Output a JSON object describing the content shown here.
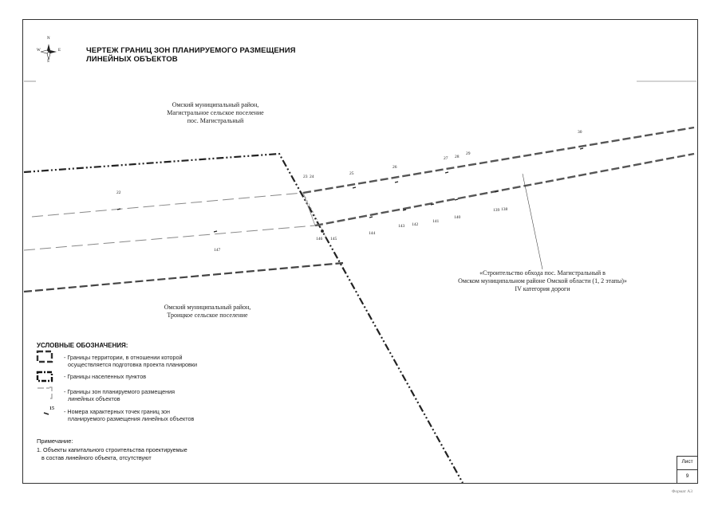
{
  "title": "ЧЕРТЕЖ ГРАНИЦ ЗОН ПЛАНИРУЕМОГО РАЗМЕЩЕНИЯ ЛИНЕЙНЫХ ОБЪЕКТОВ",
  "compass": {
    "n": "N",
    "s": "S",
    "w": "W",
    "e": "E"
  },
  "areas": {
    "north_line1": "Омский муниципальный район,",
    "north_line2": "Магистральное сельское поселение",
    "north_line3": "пос. Магистральный",
    "south_line1": "Омский муниципальный район,",
    "south_line2": "Троицкое сельское поселение",
    "road_line1": "«Строительство обхода пос. Магистральный в",
    "road_line2": "Омском муниципальном районе Омской области (1, 2 этапы)»",
    "road_line3": "IV категория дороги"
  },
  "points": [
    "22",
    "23",
    "24",
    "25",
    "26",
    "27",
    "28",
    "29",
    "30",
    "147",
    "146",
    "145",
    "144",
    "143",
    "142",
    "141",
    "140",
    "139",
    "138"
  ],
  "legend": {
    "title": "УСЛОВНЫЕ ОБОЗНАЧЕНИЯ:",
    "item1_line1": "- Границы территории, в отношении которой",
    "item1_line2": "осуществляется подготовка проекта планировки",
    "item2": "- Границы населенных пунктов",
    "item3_line1": "- Границы зон планируемого размещения",
    "item3_line2": "линейных объектов",
    "item4_num": "15",
    "item4_line1": "- Номера характерных точек границ зон",
    "item4_line2": "планируемого размещения линейных объектов"
  },
  "note": {
    "title": "Примечание:",
    "line1": "1. Объекты капитального строительства проектируемые",
    "line2": "в состав линейного объекта, отсутствуют"
  },
  "sheet": {
    "label": "Лист",
    "number": "9"
  },
  "format": "Формат А3",
  "colors": {
    "lines": "#333333",
    "zone": "#888888"
  }
}
